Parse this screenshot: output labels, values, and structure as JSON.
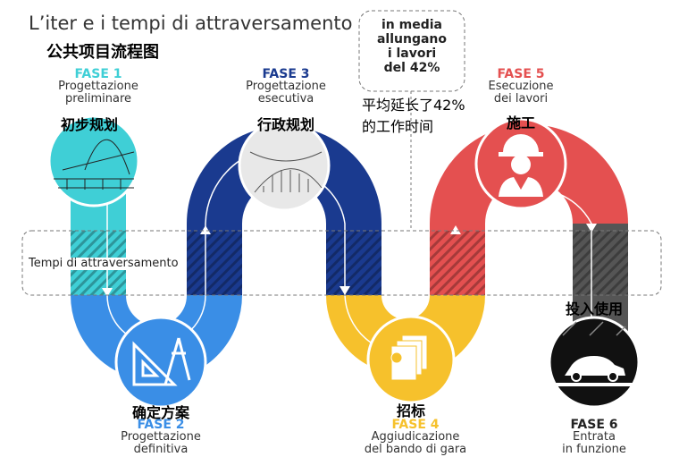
{
  "title": "L’iter e i tempi di attraversamento",
  "title_cn": "公共项目流程图",
  "band_label": "Tempi di attraversamento",
  "callout": {
    "lines": [
      "in media",
      "allungano",
      "i lavori",
      "del 42%"
    ],
    "cn_lines": [
      "平均延长了42%",
      "的工作时间"
    ]
  },
  "phases": [
    {
      "label": "FASE 1",
      "lines": [
        "Progettazione",
        "preliminare"
      ],
      "cn": "初步规划",
      "color": "#3fcfd6",
      "icon": "bridge-sketch-icon"
    },
    {
      "label": "FASE 2",
      "lines": [
        "Progettazione",
        "definitiva"
      ],
      "cn": "确定方案",
      "color": "#3a8ee6",
      "icon": "set-square-compass-icon"
    },
    {
      "label": "FASE 3",
      "lines": [
        "Progettazione",
        "esecutiva"
      ],
      "cn": "行政规划",
      "color": "#1a3a8f",
      "icon": "technical-drawing-icon"
    },
    {
      "label": "FASE 4",
      "lines": [
        "Aggiudicazione",
        "del bando di gara"
      ],
      "cn": "招标",
      "color": "#f6c12c",
      "icon": "documents-icon"
    },
    {
      "label": "FASE 5",
      "lines": [
        "Esecuzione",
        "dei lavori"
      ],
      "cn": "施工",
      "color": "#e45050",
      "icon": "construction-worker-icon"
    },
    {
      "label": "FASE 6",
      "lines": [
        "Entrata",
        "in funzione"
      ],
      "cn": "投入使用",
      "color": "#222222",
      "icon": "car-road-icon"
    }
  ]
}
